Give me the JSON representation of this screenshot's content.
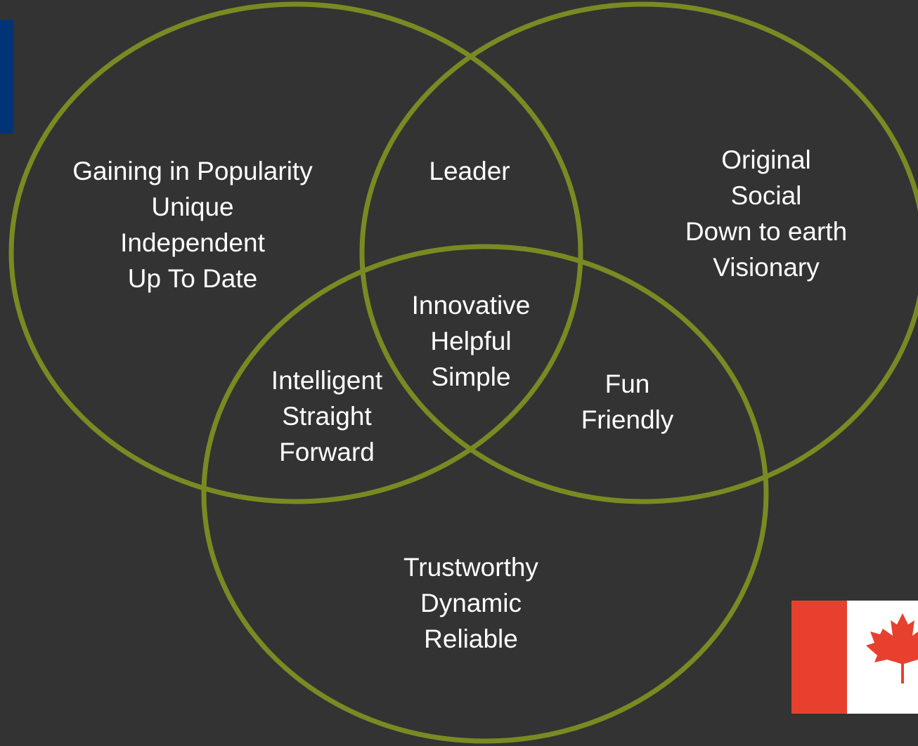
{
  "colors": {
    "background": "#333333",
    "circle_stroke": "#7a8a23",
    "text": "#ffffff",
    "accent_bar": "#003478",
    "flag_red": "#e8402e",
    "flag_white": "#ffffff"
  },
  "regions": {
    "a_only": [
      "Gaining in Popularity",
      "Unique",
      "Independent",
      "Up To Date"
    ],
    "ab": [
      "Leader"
    ],
    "b_only": [
      "Original",
      "Social",
      "Down to earth",
      "Visionary"
    ],
    "abc": [
      "Innovative",
      "Helpful",
      "Simple"
    ],
    "ac": [
      "Intelligent",
      "Straight",
      "Forward"
    ],
    "bc": [
      "Fun",
      "Friendly"
    ],
    "c_only": [
      "Trustworthy",
      "Dynamic",
      "Reliable"
    ]
  },
  "icons": {
    "flag": "canada-flag-icon",
    "leaf": "maple-leaf-icon"
  }
}
